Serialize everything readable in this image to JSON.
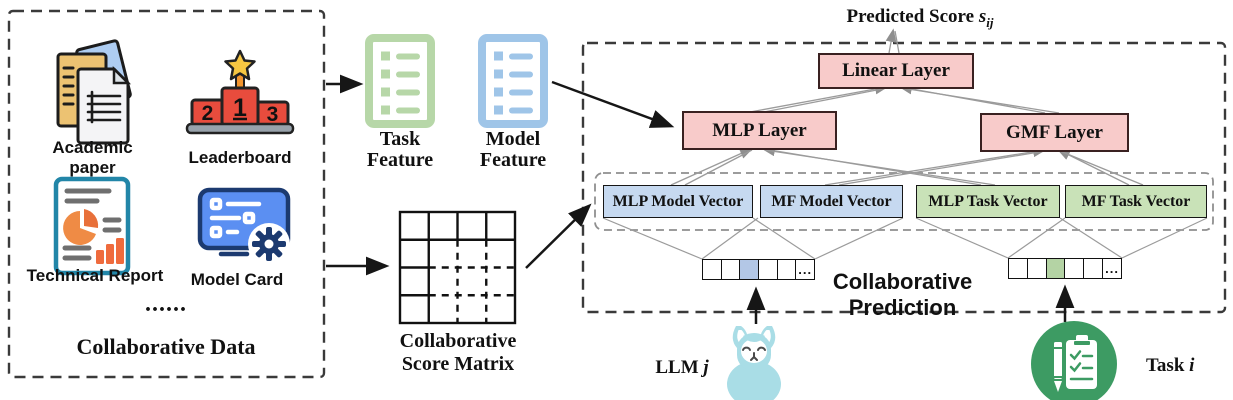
{
  "left_panel": {
    "title": "Collaborative Data",
    "items": [
      {
        "label": "Academic paper",
        "icon": "documents-icon"
      },
      {
        "label": "Leaderboard",
        "icon": "podium-icon"
      },
      {
        "label": "Technical Report",
        "icon": "report-chart-icon"
      },
      {
        "label": "Model Card",
        "icon": "card-gear-icon"
      }
    ],
    "podium_numbers": [
      "2",
      "1",
      "3"
    ],
    "ellipsis": "......"
  },
  "features": {
    "task": {
      "line1": "Task",
      "line2": "Feature"
    },
    "model": {
      "line1": "Model",
      "line2": "Feature"
    }
  },
  "matrix": {
    "line1": "Collaborative",
    "line2": "Score Matrix"
  },
  "prediction": {
    "title": "Collaborative Prediction",
    "predicted_score": {
      "prefix": "Predicted Score ",
      "symbol": "s",
      "subscript": "ij"
    },
    "layers": {
      "linear": "Linear Layer",
      "mlp": "MLP Layer",
      "gmf": "GMF Layer"
    },
    "vectors": [
      {
        "label": "MLP Model Vector",
        "color": "#c6d9f0"
      },
      {
        "label": "MF Model Vector",
        "color": "#c6d9f0"
      },
      {
        "label": "MLP Task Vector",
        "color": "#c9e2b8"
      },
      {
        "label": "MF Task Vector",
        "color": "#c9e2b8"
      }
    ],
    "onehot_ellipsis": "..."
  },
  "llm": {
    "prefix": "LLM ",
    "symbol": "j"
  },
  "task": {
    "prefix": "Task ",
    "symbol": "i"
  },
  "colors": {
    "layer_pink": "#f8cbca",
    "layer_border": "#3a2121",
    "vector_blue": "#c6d9f0",
    "vector_green": "#c9e2b8",
    "onehot_blue": "#b3c7e6",
    "onehot_green": "#b4d3a4",
    "task_feature_green": "#b7d7a8",
    "model_feature_blue": "#9fc5e8",
    "llama_teal": "#a9dde6",
    "task_circle_green": "#3d9b63",
    "podium_red": "#e84c3d",
    "star_yellow": "#f7c742",
    "card_blue": "#5b8ff2",
    "card_navy": "#1c3a70",
    "report_teal": "#2286a8",
    "report_orange": "#ef8b45",
    "paper_tan": "#ecc272",
    "paper_blue": "#aecdf2",
    "connector_gray": "#9b9b9b",
    "arrow_black": "#161616"
  }
}
